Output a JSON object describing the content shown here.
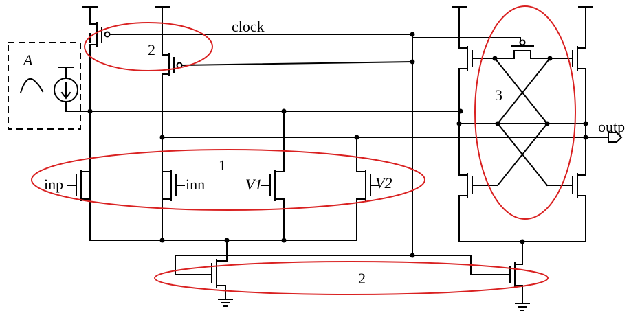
{
  "labels": {
    "clock": "clock",
    "outp": "outp",
    "inp": "inp",
    "inn": "inn",
    "v1": "V1",
    "v2": "V2",
    "block_a": "A"
  },
  "regions": {
    "region_1": "1",
    "region_2_top": "2",
    "region_2_bottom": "2",
    "region_3": "3"
  },
  "colors": {
    "wire": "#000000",
    "highlight": "#d92121"
  }
}
